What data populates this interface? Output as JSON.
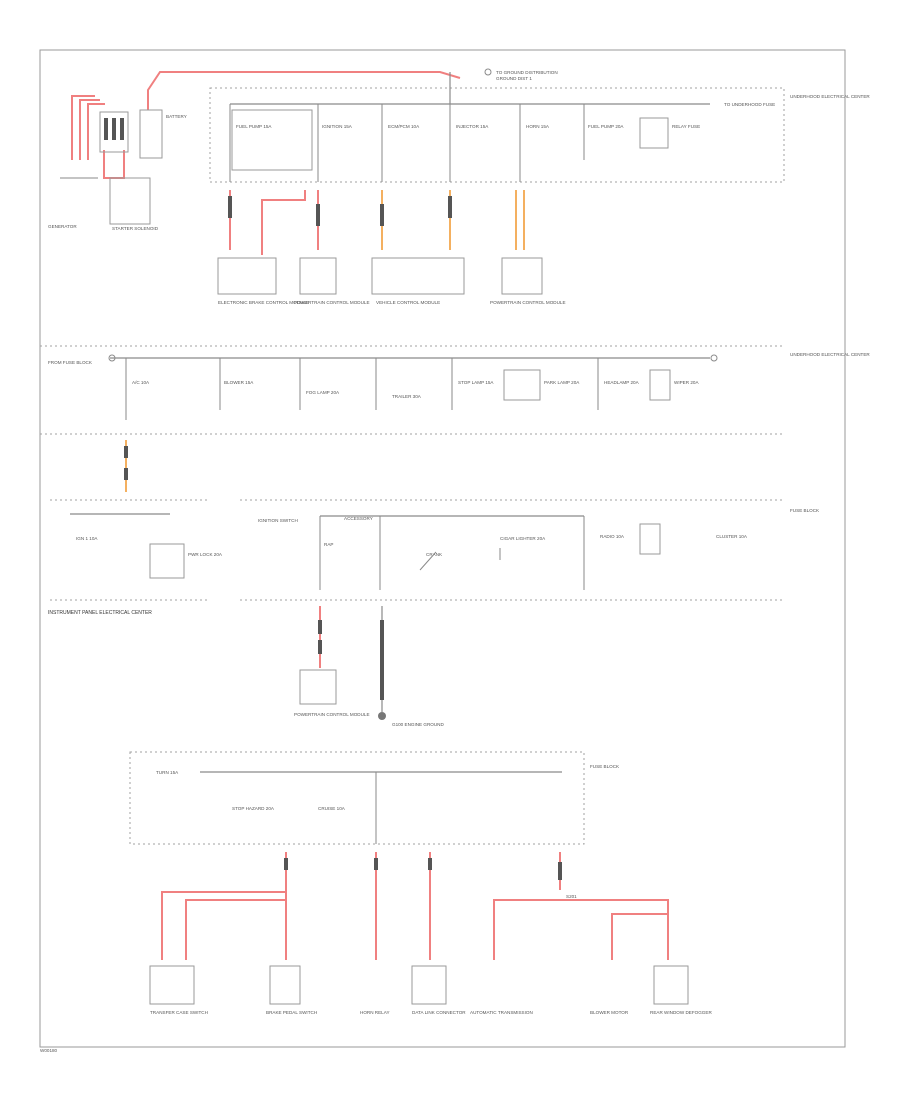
{
  "diagram": {
    "colors": {
      "red_wire": "#f08080",
      "orange_wire": "#f4b060",
      "line": "#8a8a8a",
      "text": "#555555"
    },
    "top": {
      "generator_label": "GENERATOR",
      "starter_label": "STARTER SOLENOID",
      "battery_label": "BATTERY",
      "top_right_note_1": "TO GROUND DISTRIBUTION",
      "top_right_note_2": "GROUND DIST 1",
      "uh_center_label": "UNDERHOOD ELECTRICAL CENTER",
      "uh_to_label": "TO UNDERHOOD FUSE",
      "fuses": [
        {
          "label": "FUEL PUMP 15A"
        },
        {
          "label": "IGNITION 15A"
        },
        {
          "label": "ECM/PCM 10A"
        },
        {
          "label": "INJECTOR 15A"
        },
        {
          "label": "HORN 15A"
        },
        {
          "label": "FUEL PUMP 20A"
        },
        {
          "label": "RELAY FUSE"
        }
      ],
      "modules": [
        {
          "label": "ELECTRONIC BRAKE CONTROL MODULE"
        },
        {
          "label": "POWERTRAIN CONTROL MODULE"
        },
        {
          "label": "VEHICLE CONTROL MODULE"
        },
        {
          "label": "POWERTRAIN CONTROL MODULE"
        }
      ]
    },
    "middle": {
      "left_label": "FROM FUSE BLOCK",
      "right_label": "UNDERHOOD ELECTRICAL CENTER",
      "fuses": [
        {
          "label": "A/C 10A"
        },
        {
          "label": "BLOWER 15A"
        },
        {
          "label": "FOG LAMP 20A"
        },
        {
          "label": "TRAILER 30A"
        },
        {
          "label": "STOP LAMP 15A"
        },
        {
          "label": "PARK LAMP 20A"
        },
        {
          "label": "HEADLAMP 20A"
        },
        {
          "label": "WIPER 20A"
        }
      ]
    },
    "ipec": {
      "label": "INSTRUMENT PANEL ELECTRICAL CENTER",
      "left_fuses": [
        {
          "label": "IGN 1 10A"
        },
        {
          "label": "PWR LOCK 20A"
        }
      ],
      "right_label": "FUSE BLOCK",
      "right_fuses": [
        {
          "label": "IGNITION SWITCH"
        },
        {
          "label": "ACCESSORY"
        },
        {
          "label": "RAP"
        },
        {
          "label": "CRANK"
        },
        {
          "label": "CIGAR LIGHTER 20A"
        },
        {
          "label": "RADIO 10A"
        },
        {
          "label": "CLUSTER 10A"
        }
      ],
      "module_label": "POWERTRAIN CONTROL MODULE",
      "ground_label": "G100 ENGINE GROUND"
    },
    "lower": {
      "box_label": "FUSE BLOCK",
      "fuses": [
        {
          "label": "TURN 15A"
        },
        {
          "label": "STOP HAZARD 20A"
        },
        {
          "label": "CRUISE 10A"
        }
      ],
      "splice_label": "S201",
      "components": [
        {
          "label": "TRANSFER CASE SWITCH"
        },
        {
          "label": "BRAKE PEDAL SWITCH"
        },
        {
          "label": "HORN RELAY"
        },
        {
          "label": "DATA LINK CONNECTOR"
        },
        {
          "label": "AUTOMATIC TRANSMISSION"
        },
        {
          "label": "BLOWER MOTOR"
        },
        {
          "label": "REAR WINDOW DEFOGGER"
        }
      ]
    },
    "footer": "W00180"
  }
}
